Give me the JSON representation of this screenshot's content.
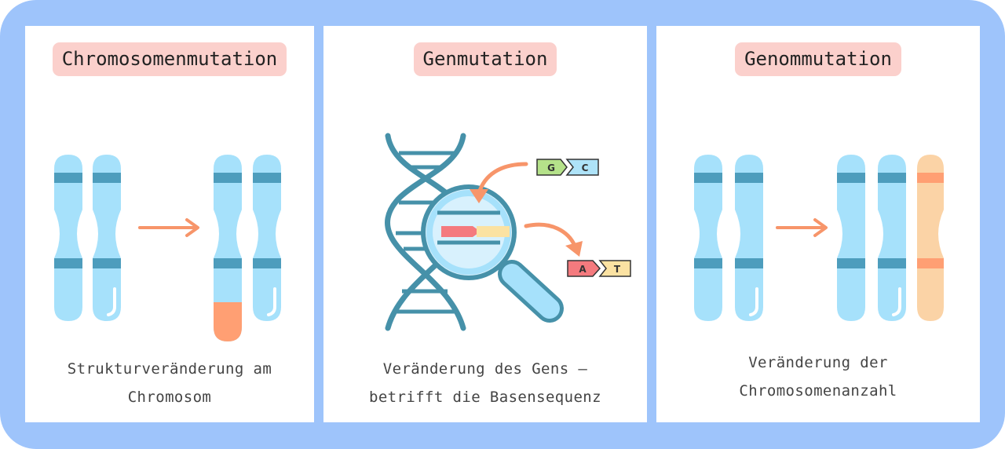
{
  "panels": [
    {
      "title": "Chromosomenmutation",
      "description_lines": [
        "Strukturveränderung am",
        "Chromosom"
      ]
    },
    {
      "title": "Genmutation",
      "description_lines": [
        "Veränderung des Gens –",
        "betrifft die Basensequenz"
      ],
      "base_pairs": {
        "before": [
          "G",
          "C"
        ],
        "after": [
          "A",
          "T"
        ]
      }
    },
    {
      "title": "Genommutation",
      "description_lines": [
        "Veränderung der",
        "Chromosomenanzahl"
      ]
    }
  ],
  "colors": {
    "frame": "#9ec4fb",
    "title_bg": "#fbd0cc",
    "chromosome": "#a6e1fb",
    "band": "#4d9dbd",
    "mutation": "#ff9f73",
    "extra_chromosome": "#fbd3a6",
    "dna": "#4691a9",
    "base_g": "#b5e28a",
    "base_c": "#aee3f8",
    "base_a": "#f47a7e",
    "base_t": "#fbe2a2"
  },
  "icons": [
    "chromosome-icon",
    "arrow-right-icon",
    "dna-helix-icon",
    "magnifier-icon"
  ]
}
